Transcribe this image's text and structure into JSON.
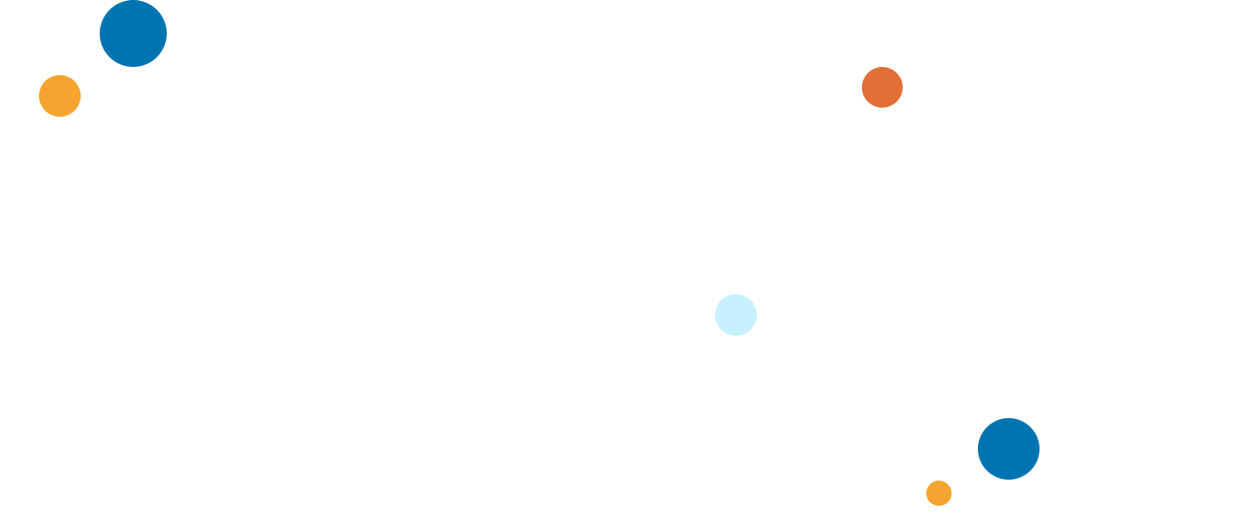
{
  "colors": {
    "background": "#ffffff",
    "blue": "#0073b1",
    "orange": "#f5a42f",
    "burnt_orange": "#e07035",
    "light_blue": "#c8f0fe"
  },
  "decorations": [
    {
      "name": "blue-circle-top-left",
      "color": "#0073b1"
    },
    {
      "name": "orange-circle-top-left",
      "color": "#f5a42f"
    },
    {
      "name": "burnt-orange-circle-top-right",
      "color": "#e07035"
    },
    {
      "name": "light-blue-circle-center",
      "color": "#c8f0fe"
    },
    {
      "name": "blue-circle-bottom-right",
      "color": "#0073b1"
    },
    {
      "name": "orange-circle-bottom-right",
      "color": "#f5a42f"
    }
  ]
}
